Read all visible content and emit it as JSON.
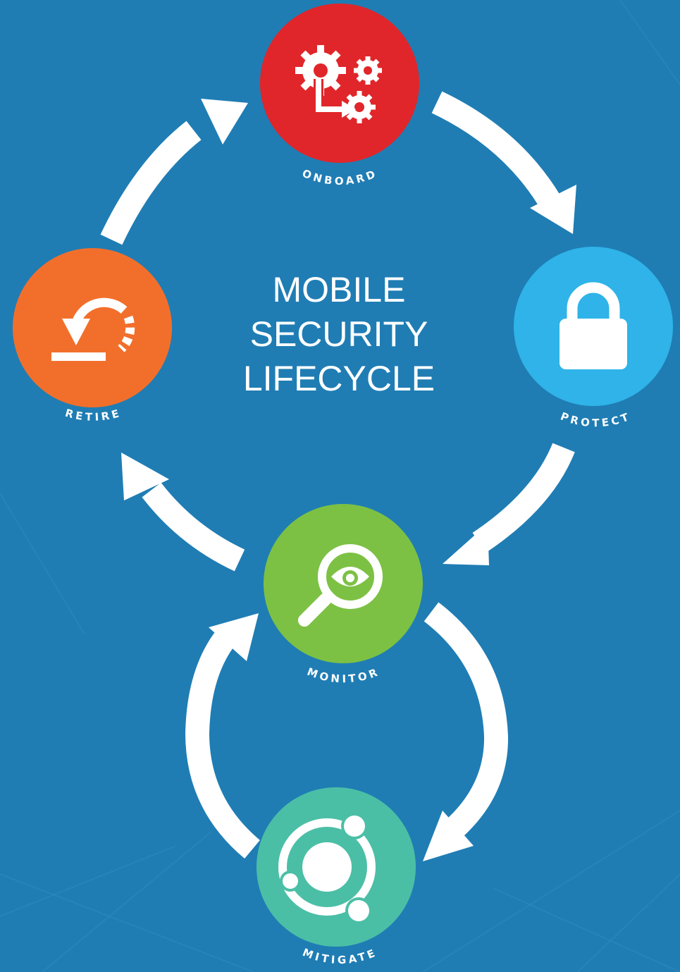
{
  "title": {
    "line1": "MOBILE",
    "line2": "SECURITY",
    "line3": "LIFECYCLE"
  },
  "nodes": {
    "onboard": {
      "label": "ONBOARD",
      "color": "#e0262a",
      "icon": "gears-icon"
    },
    "protect": {
      "label": "PROTECT",
      "color": "#2fb3e8",
      "icon": "lock-icon"
    },
    "monitor": {
      "label": "MONITOR",
      "color": "#7cc143",
      "icon": "magnifier-eye-icon"
    },
    "mitigate": {
      "label": "MITIGATE",
      "color": "#4bbfa6",
      "icon": "orbit-icon"
    },
    "retire": {
      "label": "RETIRE",
      "color": "#f26f2b",
      "icon": "undo-icon"
    }
  },
  "colors": {
    "background": "#1f7db4",
    "arrow": "#ffffff"
  }
}
